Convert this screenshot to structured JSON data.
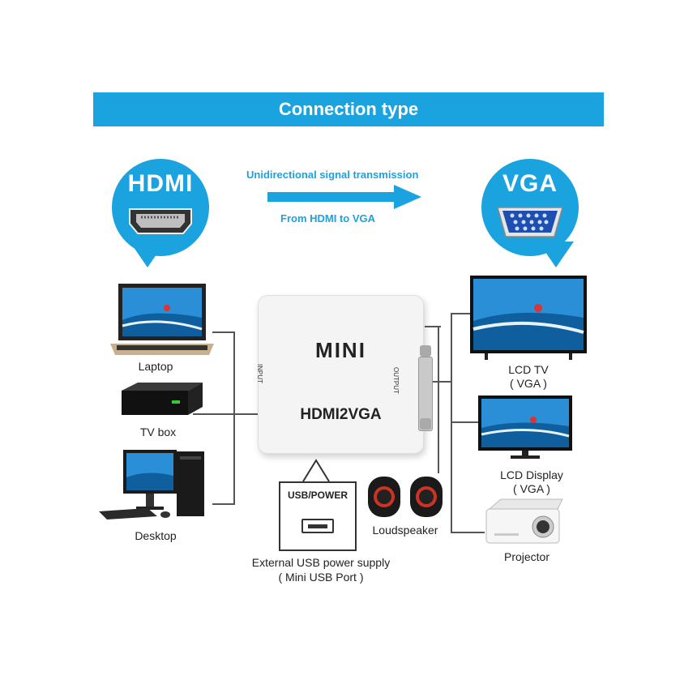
{
  "banner": {
    "title": "Connection type"
  },
  "input_bubble": {
    "label": "HDMI"
  },
  "output_bubble": {
    "label": "VGA"
  },
  "signal": {
    "top_text": "Unidirectional signal transmission",
    "bottom_text": "From HDMI to VGA"
  },
  "inputs": [
    {
      "label": "Laptop"
    },
    {
      "label": "TV box"
    },
    {
      "label": "Desktop"
    }
  ],
  "outputs": [
    {
      "label_line1": "LCD TV",
      "label_line2": "( VGA )"
    },
    {
      "label_line1": "LCD Display",
      "label_line2": "( VGA )"
    },
    {
      "label_line1": "Projector"
    }
  ],
  "adapter": {
    "brand": "MINI",
    "model": "HDMI2VGA",
    "input_mark": "INPUT",
    "output_mark": "OUTPUT"
  },
  "usb": {
    "box_label": "USB/POWER",
    "caption_line1": "External USB power supply",
    "caption_line2": "( Mini USB Port )"
  },
  "speaker": {
    "label": "Loudspeaker"
  },
  "colors": {
    "accent": "#1aa3df",
    "connector_blue": "#1e4fb0"
  }
}
